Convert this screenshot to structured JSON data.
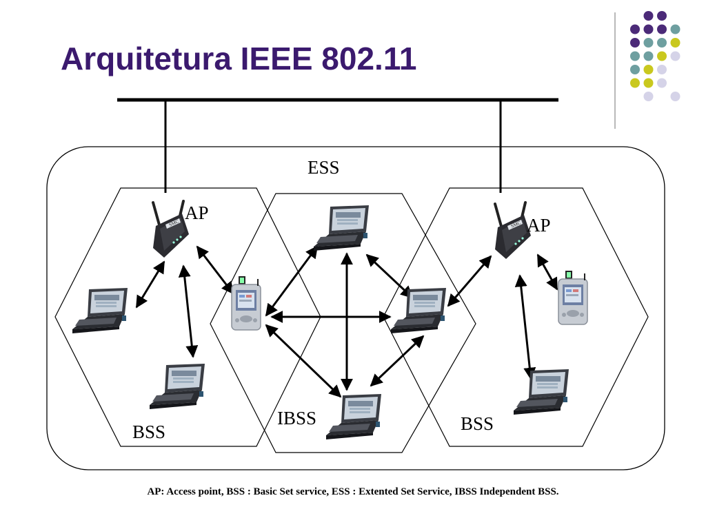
{
  "slide": {
    "title": "Arquitetura IEEE 802.11",
    "caption": "AP: Access point, BSS : Basic Set service, ESS : Extented Set Service, IBSS Independent BSS."
  },
  "diagram": {
    "labels": {
      "ess": "ESS",
      "ap_left": "AP",
      "ap_right": "AP",
      "bss_left": "BSS",
      "bss_right": "BSS",
      "ibss": "IBSS",
      "ap_brand": "SMC"
    }
  },
  "decor": {
    "dot_colors": {
      "purple": "#4b2a78",
      "teal": "#6e9fa0",
      "yellow": "#c9c81e",
      "lavender": "#d5d3e8"
    },
    "dot_grid": [
      [
        "",
        "purple",
        "purple",
        ""
      ],
      [
        "purple",
        "purple",
        "purple",
        "teal"
      ],
      [
        "purple",
        "teal",
        "teal",
        "yellow"
      ],
      [
        "teal",
        "teal",
        "yellow",
        "lavender"
      ],
      [
        "teal",
        "yellow",
        "lavender",
        ""
      ],
      [
        "yellow",
        "yellow",
        "lavender",
        ""
      ],
      [
        "",
        "lavender",
        "",
        "lavender"
      ]
    ]
  },
  "colors": {
    "title": "#3b1a6e",
    "lines": "#000000"
  }
}
